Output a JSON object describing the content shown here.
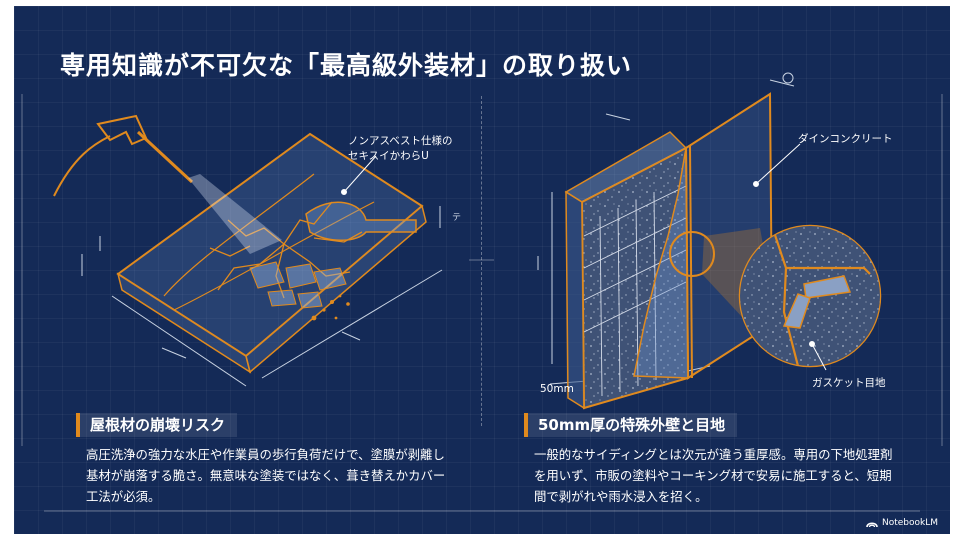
{
  "title": "専用知識が不可欠な「最高級外装材」の取り扱い",
  "left_panel": {
    "callout": [
      "ノンアスベスト仕様の",
      "セキスイかわらU"
    ],
    "heading": "屋根材の崩壊リスク",
    "body": "高圧洗浄の強力な水圧や作業員の歩行負荷だけで、塗膜が剥離し基材が崩落する脆さ。無意味な塗装ではなく、葺き替えかカバー工法が必須。"
  },
  "right_panel": {
    "callout_top": "ダインコンクリート",
    "thickness_label": "50mm",
    "callout_joint": "ガスケット目地",
    "heading": "50mm厚の特殊外壁と目地",
    "body": "一般的なサイディングとは次元が違う重厚感。専用の下地処理剤を用いず、市販の塗料やコーキング材で安易に施工すると、短期間で剥がれや雨水浸入を招く。"
  },
  "brand": {
    "name": "NotebookLM",
    "icon": "notebooklm-logo-icon"
  },
  "colors": {
    "background": "#142a57",
    "accent": "#e08a1e",
    "text": "#ffffff"
  }
}
